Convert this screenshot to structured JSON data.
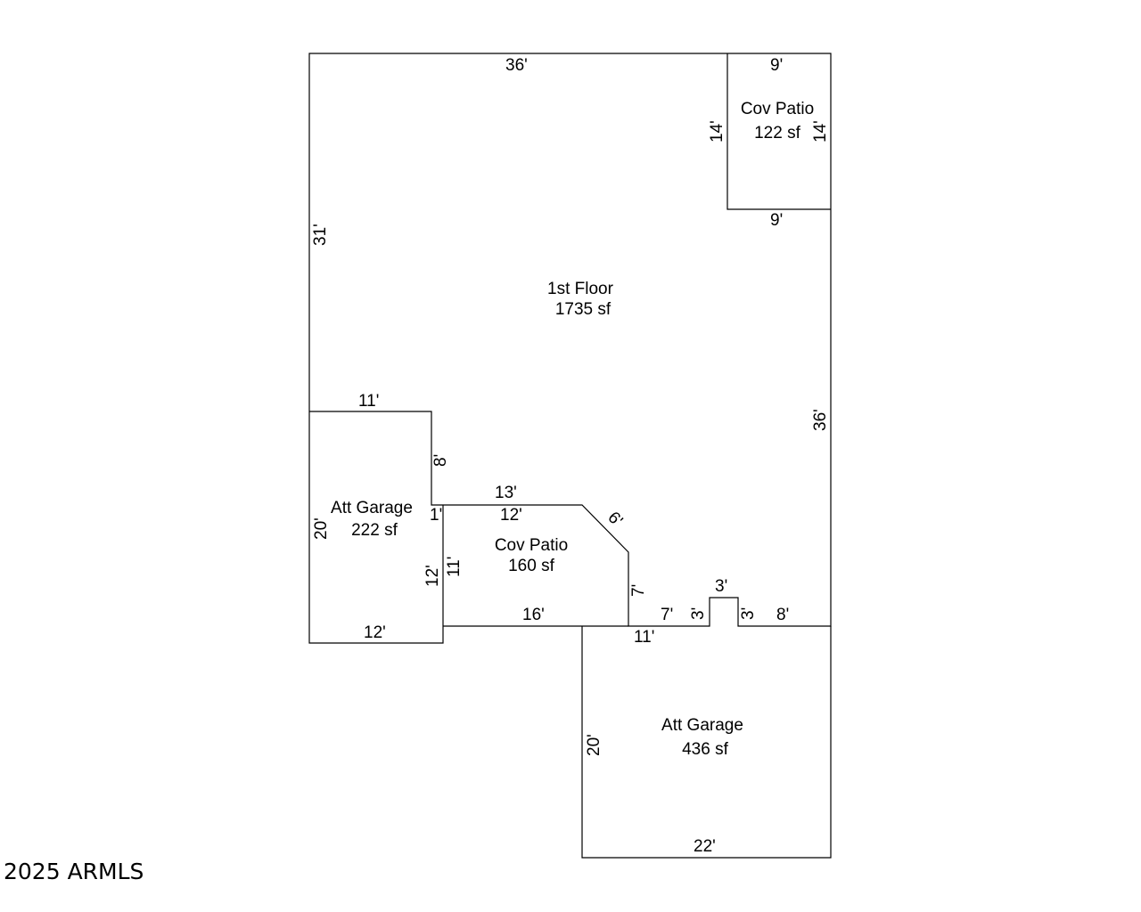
{
  "rooms": {
    "first_floor": {
      "name": "1st Floor",
      "area": "1735 sf"
    },
    "cov_patio_top": {
      "name": "Cov Patio",
      "area": "122 sf"
    },
    "cov_patio_mid": {
      "name": "Cov Patio",
      "area": "160 sf"
    },
    "garage_left": {
      "name": "Att Garage",
      "area": "222 sf"
    },
    "garage_right": {
      "name": "Att Garage",
      "area": "436 sf"
    }
  },
  "dims": {
    "top": "36'",
    "patio_top": "9'",
    "patio_bottom": "9'",
    "patio_left": "14'",
    "patio_right": "14'",
    "left": "31'",
    "right": "36'",
    "garage_l_top": "11'",
    "garage_l_side": "8'",
    "garage_l_step": "1'",
    "garage_l_left": "20'",
    "garage_l_inner": "12'",
    "garage_l_bottom": "12'",
    "cp_top_outer": "13'",
    "cp_top_inner": "12'",
    "cp_diag": "6'",
    "cp_left": "11'",
    "cp_right": "7'",
    "cp_bottom": "16'",
    "bump_left_run": "7'",
    "bump_up_l": "3'",
    "bump_top": "3'",
    "bump_up_r": "3'",
    "bump_right_run": "8'",
    "garage_r_top": "11'",
    "garage_r_left": "20'",
    "garage_r_bottom": "22'"
  },
  "watermark": "2025 ARMLS"
}
